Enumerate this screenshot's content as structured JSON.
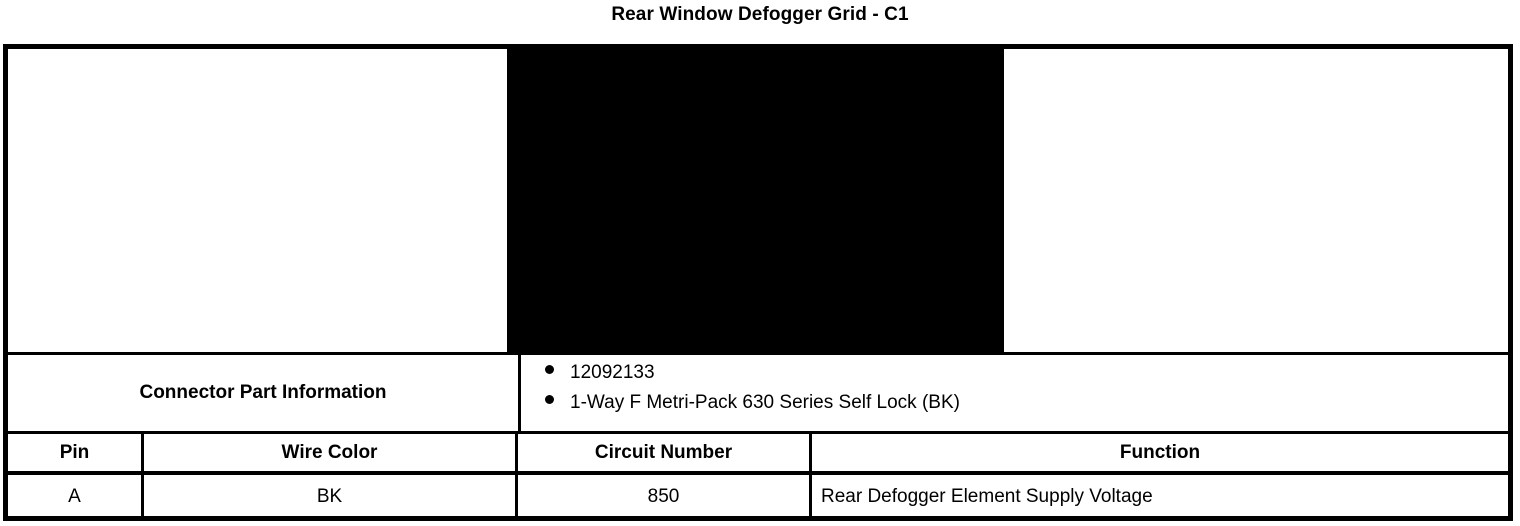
{
  "title": "Rear Window Defogger Grid - C1",
  "connector_image": {
    "alt": "connector-photo",
    "fill_color": "#000000"
  },
  "part_information": {
    "label": "Connector Part Information",
    "items": [
      "12092133",
      "1-Way F Metri-Pack 630 Series Self Lock (BK)"
    ]
  },
  "pin_table": {
    "columns": [
      "Pin",
      "Wire Color",
      "Circuit Number",
      "Function"
    ],
    "rows": [
      {
        "pin": "A",
        "wire_color": "BK",
        "circuit_number": "850",
        "function": "Rear Defogger Element Supply Voltage"
      }
    ]
  }
}
